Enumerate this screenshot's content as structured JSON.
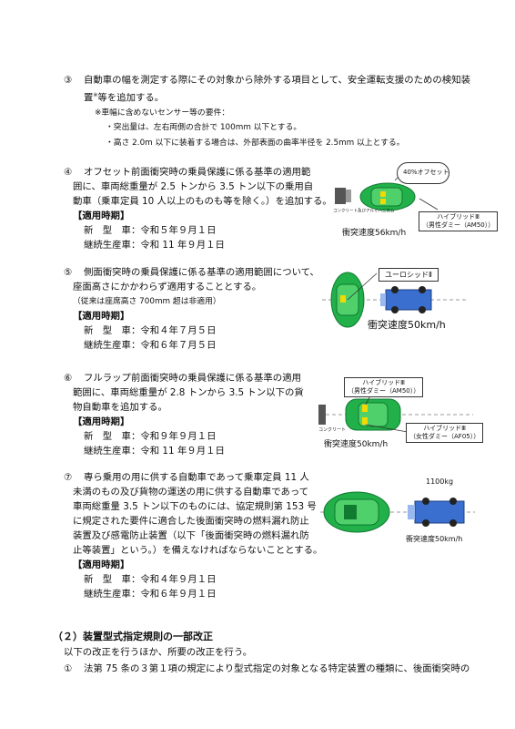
{
  "item3": {
    "num": "③",
    "line1": "自動車の幅を測定する際にその対象から除外する項目として、安全運転支援のための検知装",
    "line2": "置",
    "sup": "※",
    "line2b": "等を追加する。",
    "note_head": "※車幅に含めないセンサー等の要件：",
    "note1": "・突出量は、左右両側の合計で 100mm 以下とする。",
    "note2": "・高さ 2.0m 以下に装着する場合は、外部表面の曲率半径を 2.5mm 以上とする。"
  },
  "item4": {
    "num": "④",
    "lines": [
      "オフセット前面衝突時の乗員保護に係る基準の適用範",
      "囲に、車両総重量が 2.5 トンから 3.5 トン以下の乗用自",
      "動車（乗車定員 10 人以上のものも等を除く。）を追加する。"
    ],
    "apply": "【適用時期】",
    "new": "新　型　車：令和５年９月１日",
    "cont": "継続生産車：令和 11 年９月１日",
    "fig_offset": "40%オフセット",
    "fig_barrier": "コンクリート及びアルミハニカム",
    "fig_dummy_1": "ハイブリッドⅢ",
    "fig_dummy_2": "（男性ダミー（AM50））",
    "fig_speed": "衝突速度56km/h"
  },
  "item5": {
    "num": "⑤",
    "lines": [
      "側面衝突時の乗員保護に係る基準の適用範囲について、",
      "座面高さにかかわらず適用することとする。"
    ],
    "note": "（従来は座席高さ 700mm 超は非適用）",
    "apply": "【適用時期】",
    "new": "新　型　車：令和４年７月５日",
    "cont": "継続生産車：令和６年７月５日",
    "fig_dummy": "ユーロシッドⅡ",
    "fig_speed": "衝突速度50km/h"
  },
  "item6": {
    "num": "⑥",
    "lines": [
      "フルラップ前面衝突時の乗員保護に係る基準の適用",
      "範囲に、車両総重量が 2.8 トンから 3.5 トン以下の貨",
      "物自動車を追加する。"
    ],
    "apply": "【適用時期】",
    "new": "新　型　車：令和９年９月１日",
    "cont": "継続生産車：令和 11 年９月１日",
    "fig_d1_1": "ハイブリッドⅢ",
    "fig_d1_2": "（男性ダミー（AM50））",
    "fig_d2_1": "ハイブリッドⅢ",
    "fig_d2_2": "（女性ダミー（AF05））",
    "fig_barrier": "コンクリート",
    "fig_speed": "衝突速度50km/h"
  },
  "item7": {
    "num": "⑦",
    "lines": [
      "専ら乗用の用に供する自動車であって乗車定員 11 人",
      "未満のもの及び貨物の運送の用に供する自動車であって",
      "車両総重量 3.5 トン以下のものには、協定規則第 153 号",
      "に規定された要件に適合した後面衝突時の燃料漏れ防止",
      "装置及び感電防止装置（以下「後面衝突時の燃料漏れ防",
      "止等装置」という。）を備えなければならないこととする。"
    ],
    "apply": "【適用時期】",
    "new": "新　型　車：令和４年９月１日",
    "cont": "継続生産車：令和６年９月１日",
    "fig_mass": "1100kg",
    "fig_speed": "衝突速度50km/h"
  },
  "section2": {
    "title": "（２）装置型式指定規則の一部改正",
    "intro": "以下の改正を行うほか、所要の改正を行う。",
    "item1_num": "①",
    "item1": "法第 75 条の３第１項の規定により型式指定の対象となる特定装置の種類に、後面衝突時の"
  },
  "colors": {
    "car": "#22b04a",
    "car_dark": "#0f7a30",
    "cart": "#3a6fd0",
    "accent": "#f2d900"
  }
}
